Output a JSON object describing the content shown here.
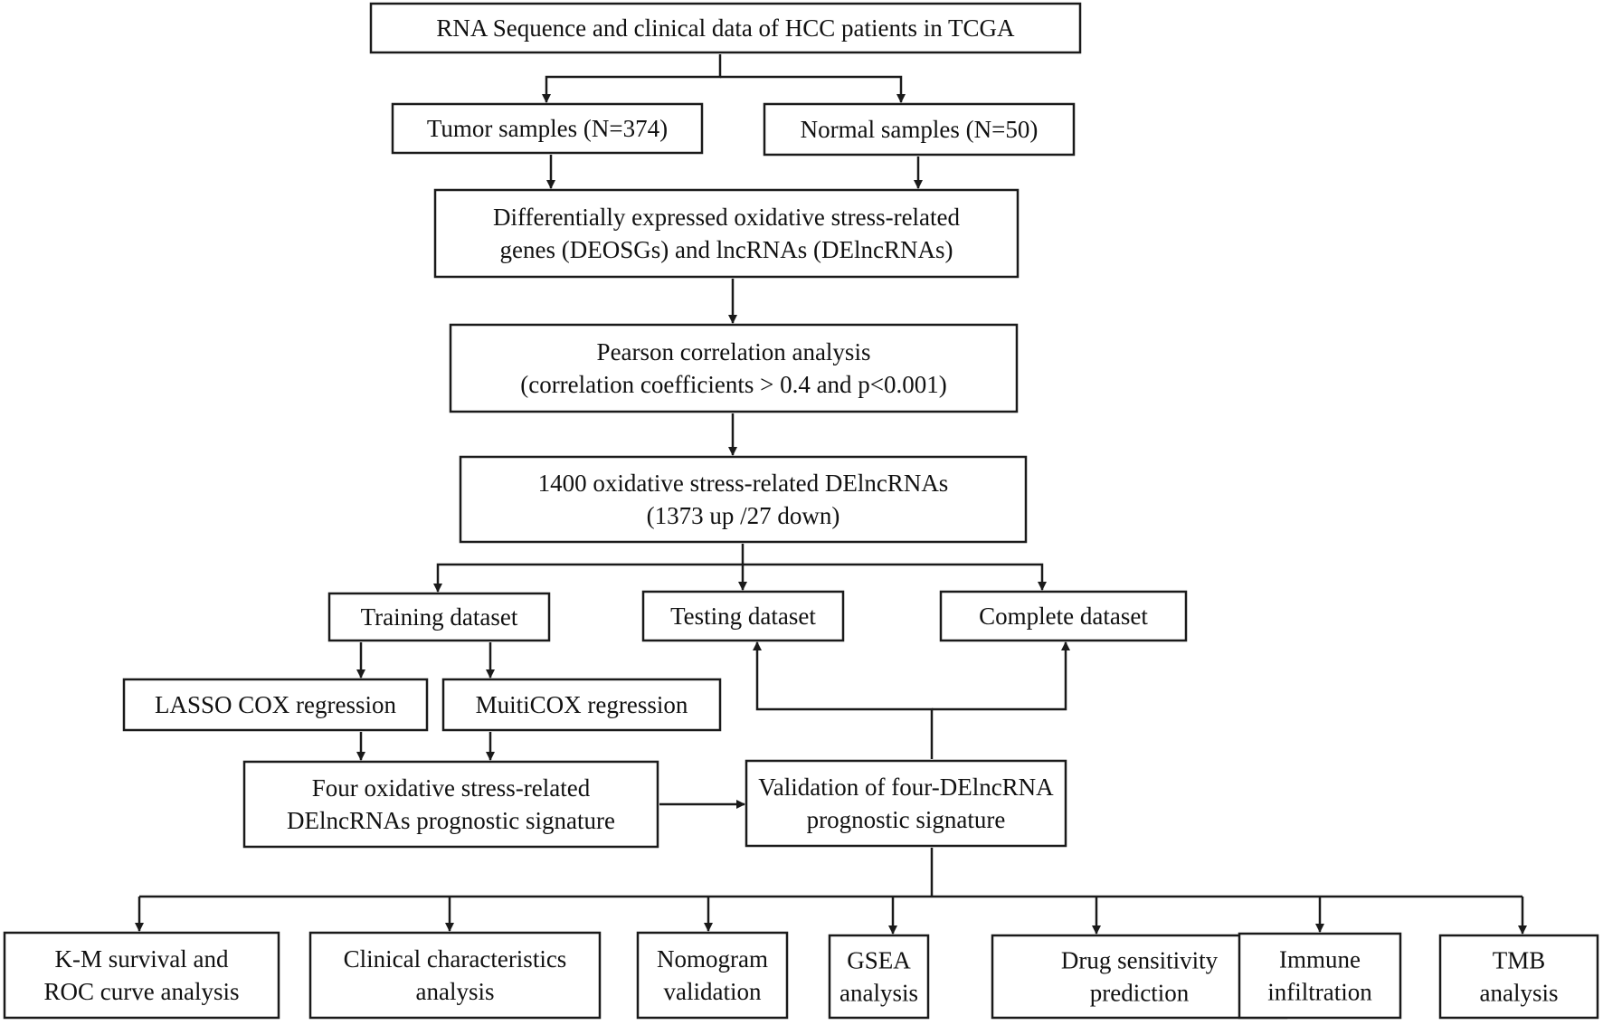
{
  "nodes": [
    {
      "id": "tcga",
      "lines": [
        "RNA Sequence and clinical data of  HCC patients in TCGA"
      ]
    },
    {
      "id": "tumor",
      "lines": [
        "Tumor samples (N=374)"
      ]
    },
    {
      "id": "normal",
      "lines": [
        "Normal samples (N=50)"
      ]
    },
    {
      "id": "deosg",
      "lines": [
        "Differentially expressed oxidative stress-related",
        "genes (DEOSGs) and lncRNAs (DElncRNAs)"
      ]
    },
    {
      "id": "pearson",
      "lines": [
        "Pearson correlation analysis",
        "(correlation coefficients > 0.4 and p<0.001)"
      ]
    },
    {
      "id": "delnc1400",
      "lines": [
        "1400 oxidative stress-related DElncRNAs",
        "(1373 up /27 down)"
      ]
    },
    {
      "id": "training",
      "lines": [
        "Training dataset"
      ]
    },
    {
      "id": "testing",
      "lines": [
        "Testing dataset"
      ]
    },
    {
      "id": "complete",
      "lines": [
        "Complete dataset"
      ]
    },
    {
      "id": "lasso",
      "lines": [
        "LASSO COX regression"
      ]
    },
    {
      "id": "multicox",
      "lines": [
        "MuitiCOX regression"
      ]
    },
    {
      "id": "signature",
      "lines": [
        "Four oxidative stress-related",
        "DElncRNAs prognostic signature"
      ]
    },
    {
      "id": "validation",
      "lines": [
        "Validation of four-DElncRNA",
        "prognostic signature"
      ]
    },
    {
      "id": "km",
      "lines": [
        "K-M survival and",
        "ROC curve analysis"
      ]
    },
    {
      "id": "clinical",
      "lines": [
        "Clinical characteristics",
        "analysis"
      ]
    },
    {
      "id": "nomogram",
      "lines": [
        "Nomogram",
        "validation"
      ]
    },
    {
      "id": "gsea",
      "lines": [
        "GSEA",
        "analysis"
      ]
    },
    {
      "id": "drug",
      "lines": [
        "Drug sensitivity",
        "prediction"
      ]
    },
    {
      "id": "immune",
      "lines": [
        "Immune",
        "infiltration"
      ]
    },
    {
      "id": "tmb",
      "lines": [
        "TMB",
        "analysis"
      ]
    }
  ]
}
